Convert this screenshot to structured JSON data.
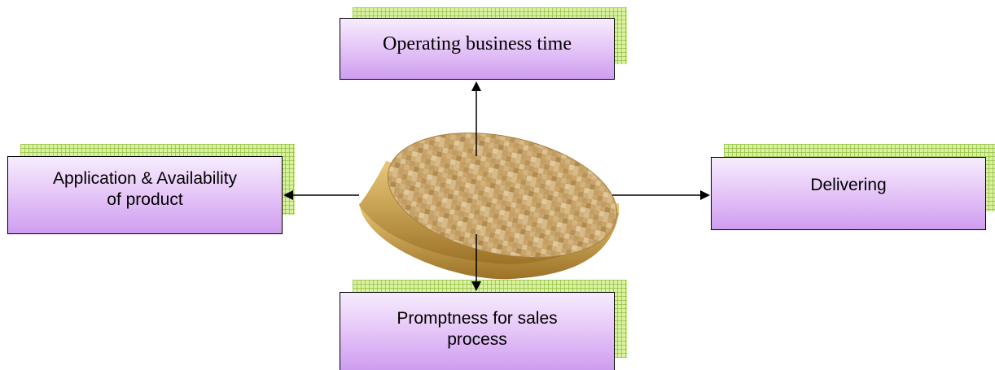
{
  "diagram": {
    "top_box": {
      "label": "Operating business time"
    },
    "left_box": {
      "label": "Application & Availability\nof product"
    },
    "right_box": {
      "label": "Delivering"
    },
    "bottom_box": {
      "label": "Promptness for sales\nprocess"
    },
    "center_shape": {
      "icon": "textured-disc-icon"
    },
    "colors": {
      "box_fill_top": "#f6ecfd",
      "box_fill_bottom": "#cf9df0",
      "shadow_fill": "#d9f2a0",
      "disc_fill": "#c9a56b",
      "disc_edge": "#a77e2b"
    }
  }
}
